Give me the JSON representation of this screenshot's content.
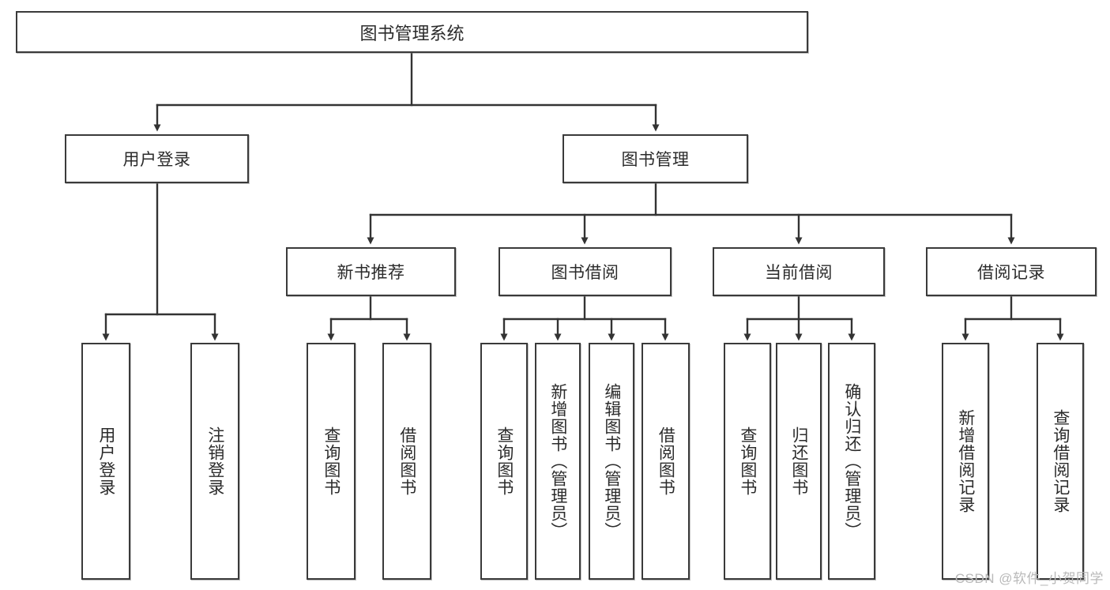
{
  "diagram": {
    "type": "tree",
    "title": "图书管理系统",
    "watermark": "CSDN @软件_小贺同学",
    "colors": {
      "box_border": "#3a3a3a",
      "box_fill": "#ffffff",
      "connector": "#333333",
      "text": "#2b2b2b",
      "watermark": "#b9b9b9"
    },
    "levels": {
      "root": {
        "label": "图书管理系统"
      },
      "level2": [
        {
          "id": "user-login",
          "label": "用户登录"
        },
        {
          "id": "book-manage",
          "label": "图书管理"
        }
      ],
      "level3": [
        {
          "id": "new-book-rec",
          "label": "新书推荐",
          "parent": "book-manage"
        },
        {
          "id": "book-borrow",
          "label": "图书借阅",
          "parent": "book-manage"
        },
        {
          "id": "current-borrow",
          "label": "当前借阅",
          "parent": "book-manage"
        },
        {
          "id": "borrow-record",
          "label": "借阅记录",
          "parent": "book-manage"
        }
      ],
      "leaves": [
        {
          "id": "leaf-user-login",
          "label": "用户登录",
          "parent": "user-login"
        },
        {
          "id": "leaf-logout",
          "label": "注销登录",
          "parent": "user-login"
        },
        {
          "id": "leaf-query-book-1",
          "label": "查询图书",
          "parent": "new-book-rec"
        },
        {
          "id": "leaf-borrow-book-1",
          "label": "借阅图书",
          "parent": "new-book-rec"
        },
        {
          "id": "leaf-query-book-2",
          "label": "查询图书",
          "parent": "book-borrow"
        },
        {
          "id": "leaf-add-book",
          "label": "新增图书（管理员）",
          "parent": "book-borrow"
        },
        {
          "id": "leaf-edit-book",
          "label": "编辑图书（管理员）",
          "parent": "book-borrow"
        },
        {
          "id": "leaf-borrow-book-2",
          "label": "借阅图书",
          "parent": "book-borrow"
        },
        {
          "id": "leaf-query-book-3",
          "label": "查询图书",
          "parent": "current-borrow"
        },
        {
          "id": "leaf-return-book",
          "label": "归还图书",
          "parent": "current-borrow"
        },
        {
          "id": "leaf-confirm-return",
          "label": "确认归还（管理员）",
          "parent": "current-borrow"
        },
        {
          "id": "leaf-add-record",
          "label": "新增借阅记录",
          "parent": "borrow-record"
        },
        {
          "id": "leaf-query-record",
          "label": "查询借阅记录",
          "parent": "borrow-record"
        }
      ]
    }
  }
}
